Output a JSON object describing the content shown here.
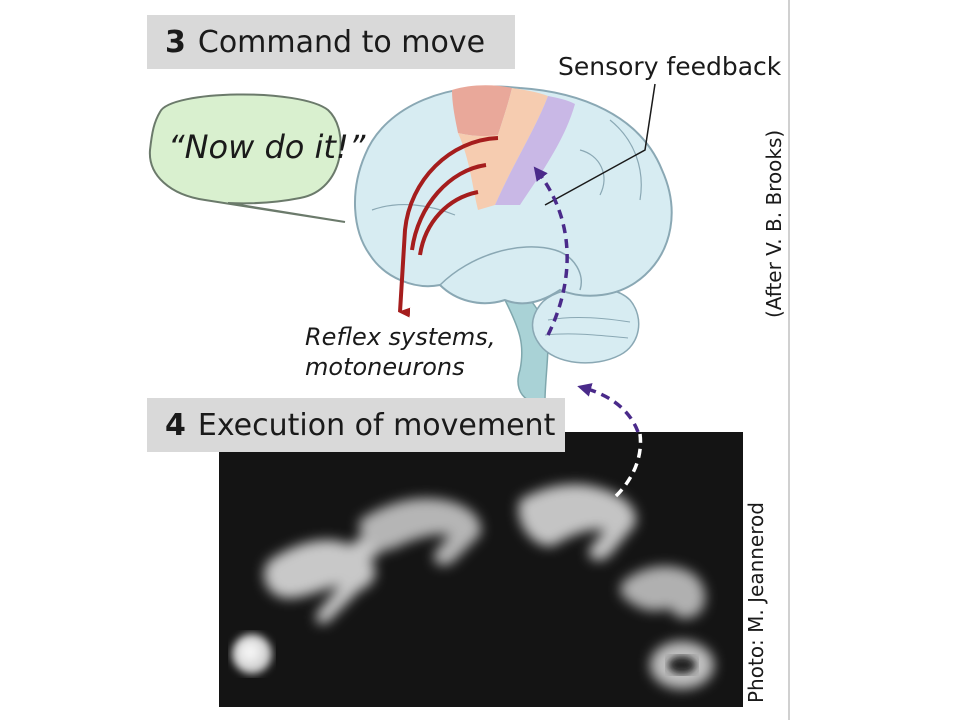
{
  "section3": {
    "number": "3",
    "title": "Command to move"
  },
  "section4": {
    "number": "4",
    "title": "Execution of movement"
  },
  "speech_bubble": "“Now do it!”",
  "sensory_feedback_label": "Sensory feedback",
  "reflex_label": {
    "line1": "Reflex systems,",
    "line2": "motoneurons"
  },
  "credit_brooks": "(After V. B. Brooks)",
  "credit_photo": "Photo: M. Jeannerod",
  "colors": {
    "motor_arrow": "#a51d1d",
    "feedback_arrow": "#4a2a8a",
    "brain_fill": "#d7ecf2",
    "bubble_fill": "#d9f0cf",
    "sensory_cortex": "#c9b8e6",
    "motor_cortex": "#f6ccb0",
    "premotor_cortex": "#e9a89a"
  }
}
